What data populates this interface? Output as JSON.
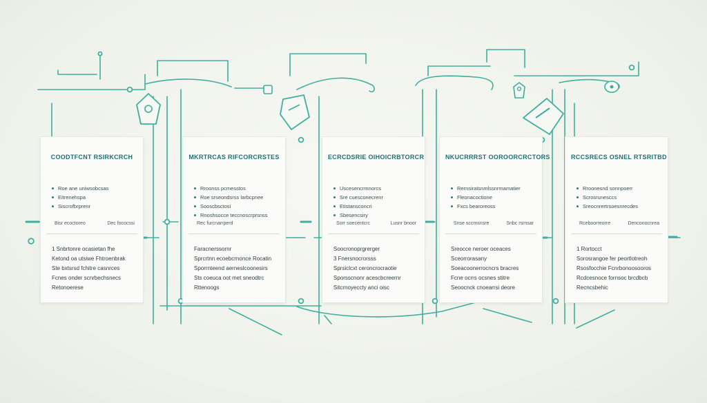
{
  "colors": {
    "accent": "#3fae9e",
    "title_text": "#1f6f74",
    "body_text": "#3c4a50",
    "card_bg": "#fbfcf9",
    "background": "#eff1eb"
  },
  "icons": [
    "tag-icon",
    "tag-icon",
    "tag-icon",
    "tag-icon",
    "lock-icon",
    "tag-icon"
  ],
  "cards": [
    {
      "title": "COODTFCNT RSIRKCRCH",
      "bullets": [
        "Roe ane uniwsobcsas",
        "Eitrenehspa",
        "Siscrofbrprenr"
      ],
      "minis": [
        "Bisr ecoctoreo",
        "Dec fococssi"
      ],
      "desc": [
        "1 Snbrtonre ocasietan fhe",
        "Ketond oa utsiwe Fhtroenbrak",
        "Ste bxtsrsd fchitre casnrces",
        "Fcnes onder scnrbechsnecs",
        "Retonoerese"
      ]
    },
    {
      "title": "MKRTRCAS RIFCORCRSTES",
      "bullets": [
        "Rroonss pcmesstos",
        "Roe srseondsrss larbcpnee",
        "Sooscbsctosi",
        "Rnoshsocce teccnoscrprsnss"
      ],
      "minis": [
        "Rec furcnarrperd"
      ],
      "desc": [
        "Faracnerssornr",
        "Sprcrtnn ecoebcrnonce Rocatin",
        "Sporrnteend aerneslcoonesirs",
        "Sts coeuca oot met sneodtrc",
        "Rttenoogs"
      ]
    },
    {
      "title": "ECRCDSRIE OIHOICRBTORCR",
      "bullets": [
        "Uscesencrmnorcs",
        "Sre cuesconecrenr",
        "Etistansconcri",
        "Sbesencsiry"
      ],
      "minis": [
        "Sorr soecentcrc",
        "Lusnr bnoor"
      ],
      "desc": [
        "Soocronoprgrerger",
        "3 Fnersnocrorsss",
        "Sprsiclcxt ceroncrocraotie",
        "Sporsscnonr acescbcreernr",
        "Sitcrnoyeccty anci oisc"
      ]
    },
    {
      "title": "NKUCRRRST OOROORCRCTORS",
      "bullets": [
        "Rernsiratsnmlssnrmamatier",
        "Fleonacoctione",
        "Fxcs bearoreoss"
      ],
      "minis": [
        "Snse sccmsnsre",
        "Snbc rsrnsar"
      ],
      "desc": [
        "Sreocce neroer oceaces",
        "Sceorrorasany",
        "Soeacoonerrocncrs bracres",
        "Fcne ocrrs ocsnes stitre",
        "Seoocnck cnoearrsi deore"
      ]
    },
    {
      "title": "RCCSRECS OSNEL RTSRITBD",
      "bullets": [
        "Rroonesnd sonnpoerr",
        "Scrosrunesccs",
        "Sreocnrertrsoesnrecdes"
      ],
      "minis": [
        "Rceboorreorre",
        "Denconocnrea"
      ],
      "desc": [
        "1 Rortocct",
        "Sorosrangoe fer peortlotreoh",
        "Rsosfocchie Fcnrbonoosooros",
        "Rcdcesnoce fornsoc brcdbcb",
        "Recncsbehic"
      ]
    }
  ]
}
